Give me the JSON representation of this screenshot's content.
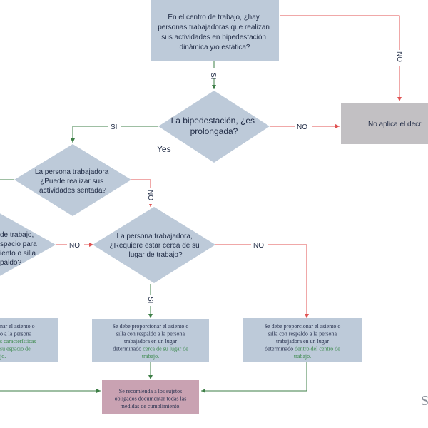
{
  "nodes": {
    "top_question": {
      "lines": [
        "En el centro de trabajo, ¿hay",
        "personas trabajadoras que realizan",
        "sus actividades en bipedestación",
        "dinámica y/o estática?"
      ]
    },
    "not_applicable": {
      "text": "No aplica el decr"
    },
    "prolonged": {
      "lines": [
        "La bipedestación, ¿es",
        "prolongada?"
      ]
    },
    "seated": {
      "lines": [
        "La persona trabajadora",
        "¿Puede realizar sus",
        "actividades sentada?"
      ]
    },
    "left_partial": {
      "lines": [
        "de trabajo,",
        "spacio para",
        "iento o silla",
        "paldo?"
      ]
    },
    "near_place": {
      "lines": [
        "La persona trabajadora,",
        "¿Requiere estar cerca de su",
        "lugar de trabajo?"
      ]
    },
    "box_left": {
      "lines": [
        [
          {
            "t": "nar el asiento o"
          }
        ],
        [
          {
            "t": "o a la persona"
          }
        ],
        [
          {
            "t": "s características",
            "hl": true
          }
        ],
        [
          {
            "t": "su espacio de",
            "hl": true
          }
        ],
        [
          {
            "t": "jo.",
            "hl": true
          }
        ]
      ]
    },
    "box_middle": {
      "lines": [
        [
          {
            "t": "Se debe proporcionar el asiento o"
          }
        ],
        [
          {
            "t": "silla con respaldo a la persona"
          }
        ],
        [
          {
            "t": "trabajadora en un lugar"
          }
        ],
        [
          {
            "t": "determinado "
          },
          {
            "t": "cerca de su lugar de",
            "hl": true
          }
        ],
        [
          {
            "t": "trabajo.",
            "hl": true
          }
        ]
      ]
    },
    "box_right": {
      "lines": [
        [
          {
            "t": "Se debe proporcionar el asiento o"
          }
        ],
        [
          {
            "t": "silla con respaldo a la persona"
          }
        ],
        [
          {
            "t": "trabajadora en un lugar"
          }
        ],
        [
          {
            "t": "determinado "
          },
          {
            "t": "dentro del centro de",
            "hl": true
          }
        ],
        [
          {
            "t": "trabajo.",
            "hl": true
          }
        ]
      ]
    },
    "recommend": {
      "lines": [
        [
          {
            "t": "Se recomienda a los sujetos"
          }
        ],
        [
          {
            "t": "obligados documentar todas las"
          }
        ],
        [
          {
            "t": "medidas de cumplimiento."
          }
        ]
      ]
    }
  },
  "edge_labels": {
    "si_down": "SI",
    "no_right": "NO",
    "si_left": "SI",
    "no_prolonged": "NO",
    "no_seated": "NO",
    "no_left": "NO",
    "no_near": "NO",
    "si_near": "SI"
  },
  "annotations": {
    "yes": "Yes",
    "corner_letter": "S"
  },
  "colors": {
    "node_blue": "#bdcad9",
    "node_gray": "#c2c0c3",
    "node_mauve": "#c9a2b2",
    "line_green": "#3e7f47",
    "line_red": "#e05252",
    "highlight_green": "#3d8a4e",
    "text_dark": "#1f2a44"
  }
}
